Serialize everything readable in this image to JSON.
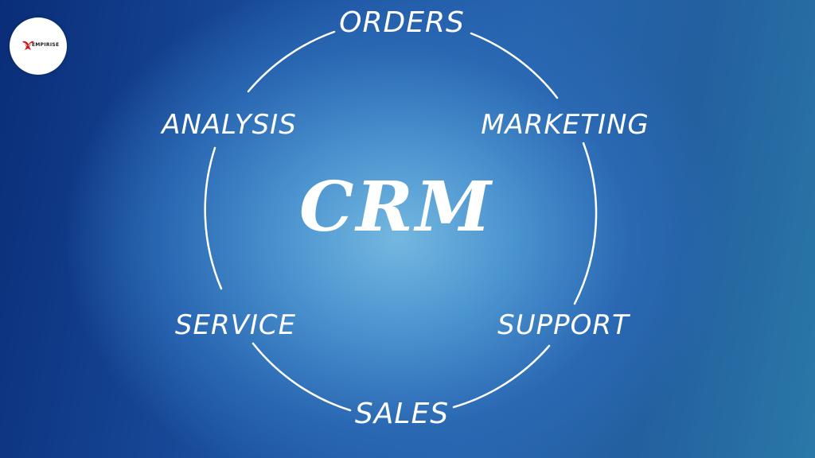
{
  "diagram": {
    "center": "CRM",
    "segments": [
      "ORDERS",
      "MARKETING",
      "SUPPORT",
      "SALES",
      "SERVICE",
      "ANALYSIS"
    ]
  },
  "logo": {
    "text": "EMPIRISE",
    "icon": "eagle-icon",
    "accent_color": "#c81e1e"
  },
  "colors": {
    "background_dark": "#0a2d78",
    "background_glow": "#74b8e0",
    "ring": "#ffffff",
    "text": "#ffffff"
  }
}
